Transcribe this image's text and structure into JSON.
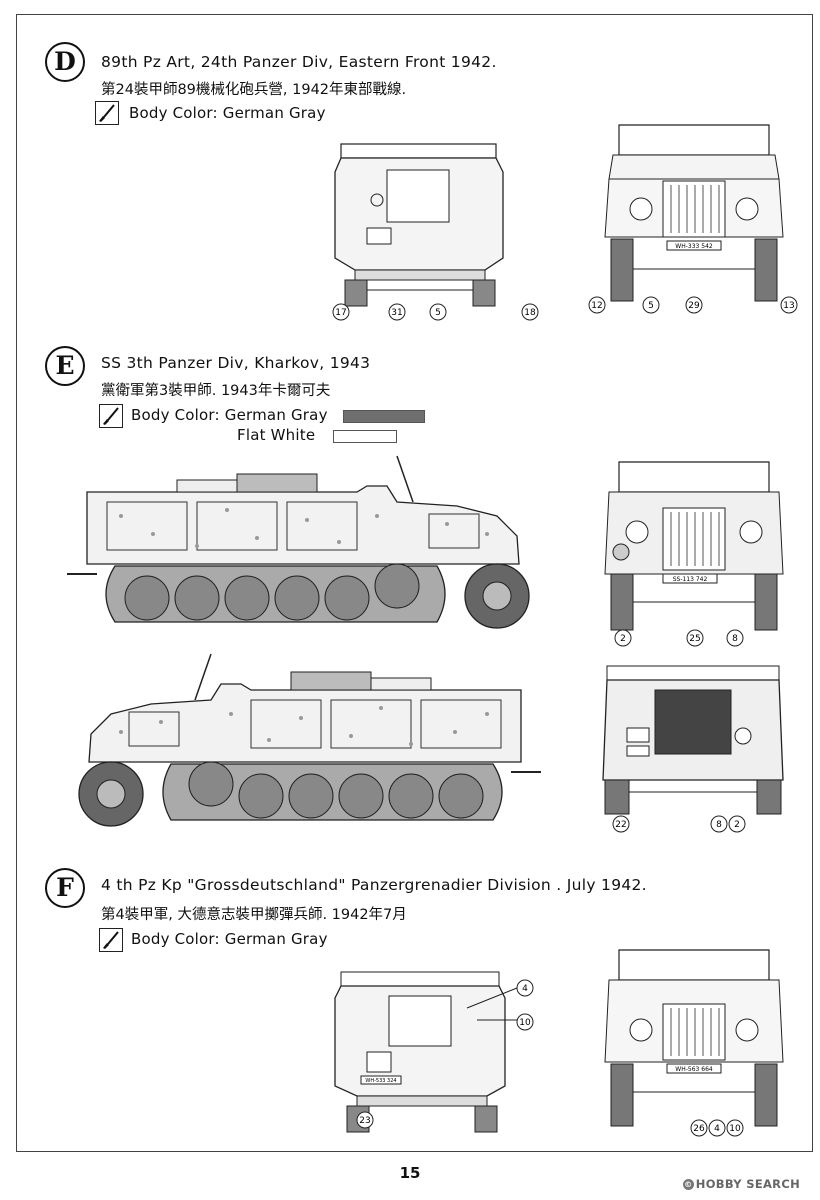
{
  "sections": [
    {
      "letter": "D",
      "title": "89th Pz Art, 24th Panzer Div, Eastern Front 1942.",
      "subtitle": "第24裝甲師89機械化砲兵營, 1942年東部戰線.",
      "colors": [
        {
          "label": "Body Color: German Gray",
          "swatch": ""
        }
      ],
      "callouts_rear": [
        "17",
        "31",
        "5",
        "18"
      ],
      "callouts_front": [
        "12",
        "5",
        "29",
        "13"
      ]
    },
    {
      "letter": "E",
      "title": "SS 3th Panzer Div, Kharkov, 1943",
      "subtitle": "黨衛軍第3裝甲師. 1943年卡爾可夫",
      "colors": [
        {
          "label": "Body Color:  German Gray",
          "swatch": "#6f6f6f"
        },
        {
          "label": "Flat White",
          "swatch": "#ffffff"
        }
      ],
      "callouts_front": [
        "2",
        "25",
        "8"
      ],
      "callouts_rear": [
        "22",
        "8",
        "2"
      ]
    },
    {
      "letter": "F",
      "title": "4 th Pz Kp \"Grossdeutschland\" Panzergrenadier Division . July 1942.",
      "subtitle": "第4裝甲軍, 大德意志裝甲擲彈兵師. 1942年7月",
      "colors": [
        {
          "label": "Body Color: German Gray",
          "swatch": ""
        }
      ],
      "callouts_rear": [
        "4",
        "10",
        "23"
      ],
      "callouts_front": [
        "26",
        "4",
        "10"
      ]
    }
  ],
  "plates": {
    "d_front": "WH-333 542",
    "e_front": "SS-113 742",
    "f_rear": "WH-533 324",
    "f_front": "WH-563 664"
  },
  "page_number": "15",
  "watermark": "HOBBY SEARCH",
  "watermark_mark": "©"
}
